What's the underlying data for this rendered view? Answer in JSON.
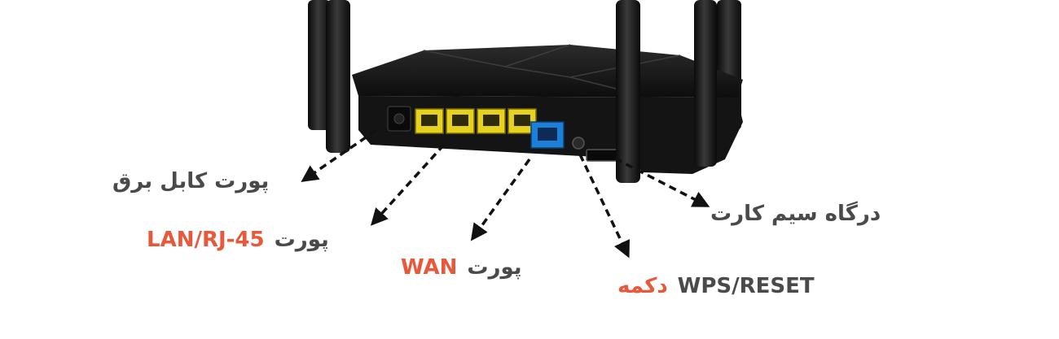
{
  "labels": {
    "power": {
      "text": "پورت کابل برق"
    },
    "lan": {
      "fa": "پورت",
      "en": "LAN/RJ-45"
    },
    "wan": {
      "fa": "پورت",
      "en": "WAN"
    },
    "wps": {
      "fa": "دکمه",
      "en": "WPS/RESET"
    },
    "sim": {
      "text": "درگاه سیم کارت"
    }
  },
  "colors": {
    "label_text": "#4a4a4a",
    "accent": "#e8593b",
    "router_body": "#161616",
    "lan_ports": "#e6d21d",
    "wan_port": "#1c7fd8"
  }
}
